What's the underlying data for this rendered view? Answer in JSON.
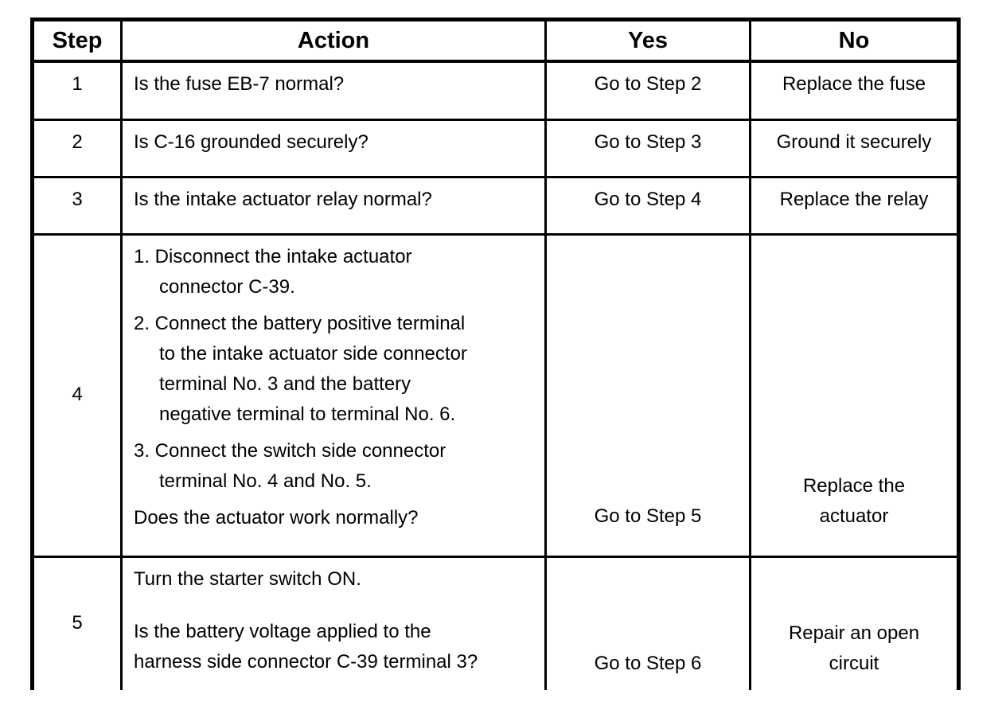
{
  "table": {
    "headers": {
      "step": "Step",
      "action": "Action",
      "yes": "Yes",
      "no": "No"
    },
    "rows": [
      {
        "step": "1",
        "action": [
          {
            "numbered": false,
            "lines": [
              "Is the fuse EB-7 normal?"
            ]
          }
        ],
        "yes": "Go to Step 2",
        "no": "Replace the fuse"
      },
      {
        "step": "2",
        "action": [
          {
            "numbered": false,
            "lines": [
              "Is C-16 grounded securely?"
            ]
          }
        ],
        "yes": "Go to Step 3",
        "no": "Ground it securely"
      },
      {
        "step": "3",
        "action": [
          {
            "numbered": false,
            "lines": [
              "Is the intake actuator relay normal?"
            ]
          }
        ],
        "yes": "Go to Step 4",
        "no": "Replace the relay"
      },
      {
        "step": "4",
        "action": [
          {
            "numbered": true,
            "lines": [
              "1. Disconnect the intake actuator",
              "connector C-39."
            ]
          },
          {
            "numbered": true,
            "lines": [
              "2. Connect the battery positive terminal",
              "to the intake actuator side connector",
              "terminal No. 3 and the battery",
              "negative terminal to terminal No. 6."
            ]
          },
          {
            "numbered": true,
            "lines": [
              "3. Connect the switch side connector",
              "terminal No. 4 and No. 5."
            ]
          },
          {
            "numbered": false,
            "lines": [
              "Does the actuator work normally?"
            ]
          }
        ],
        "yes": "Go to Step 5",
        "no": "Replace the\nactuator"
      },
      {
        "step": "5",
        "action": [
          {
            "numbered": false,
            "lines": [
              "Turn the starter switch ON."
            ]
          },
          {
            "numbered": false,
            "lines": [
              "Is the battery voltage applied to the",
              "harness side connector C-39 terminal 3?"
            ]
          }
        ],
        "yes": "Go to Step 6",
        "no": "Repair an open\ncircuit"
      }
    ]
  }
}
